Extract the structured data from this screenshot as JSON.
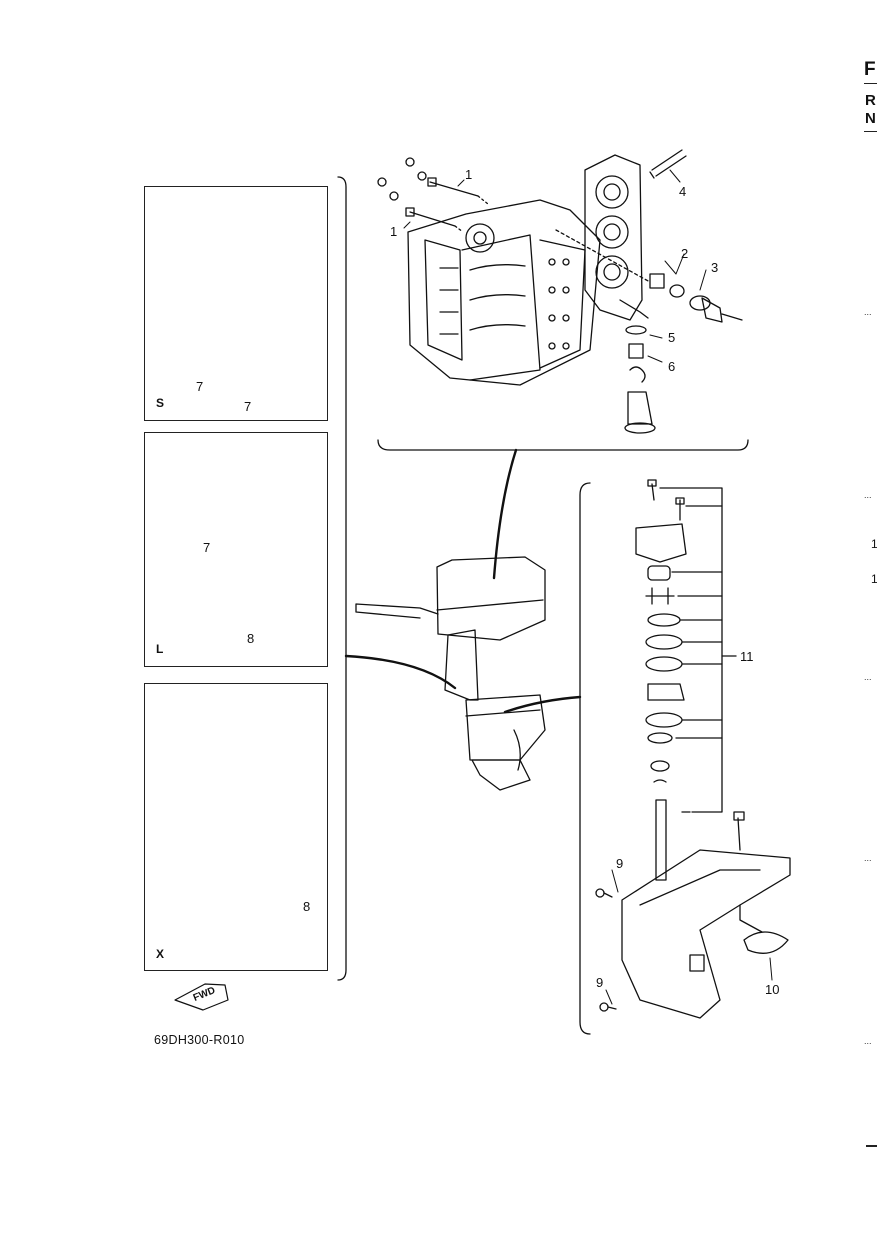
{
  "figure_code": "69DH300-R010",
  "fwd_label": "FWD",
  "panels": {
    "s": {
      "letter": "S",
      "callouts": [
        "7",
        "7"
      ]
    },
    "l": {
      "letter": "L",
      "callouts": [
        "7",
        "8"
      ]
    },
    "x": {
      "letter": "X",
      "callouts": [
        "8"
      ]
    }
  },
  "powerhead_callouts": [
    "1",
    "1",
    "2",
    "3",
    "4",
    "5",
    "6"
  ],
  "lower_unit_callouts": [
    "11",
    "9",
    "9",
    "10"
  ],
  "margin": {
    "headings": [
      "F",
      "R",
      "N"
    ],
    "ticks": [
      "...",
      "...",
      "...",
      "...",
      "..."
    ],
    "numbers": [
      "1",
      "1"
    ]
  }
}
